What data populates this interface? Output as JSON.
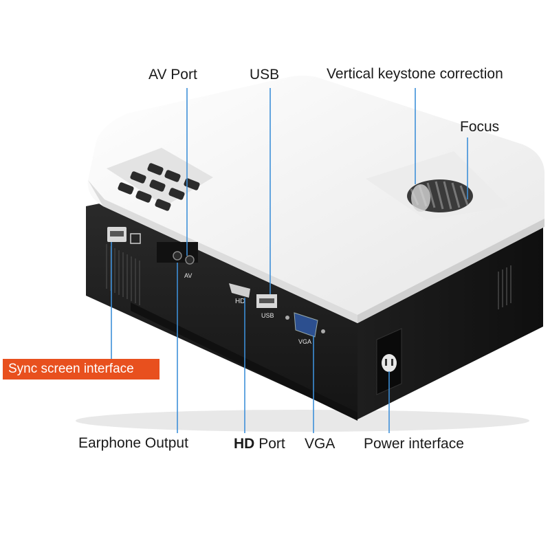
{
  "labels": {
    "av_port": "AV Port",
    "usb": "USB",
    "vertical_keystone": "Vertical keystone correction",
    "focus": "Focus",
    "sync_screen": "Sync screen interface",
    "earphone": "Earphone Output",
    "hd_bold": "HD",
    "hd_port": "Port",
    "vga": "VGA",
    "power": "Power interface"
  },
  "device_markings": {
    "hd": "HD",
    "usb": "USB",
    "vga": "VGA",
    "av": "AV"
  },
  "colors": {
    "leader_line": "#3d8fd8",
    "badge": "#e8501e",
    "device_top": "#f4f4f4",
    "device_body": "#1c1c1c"
  }
}
